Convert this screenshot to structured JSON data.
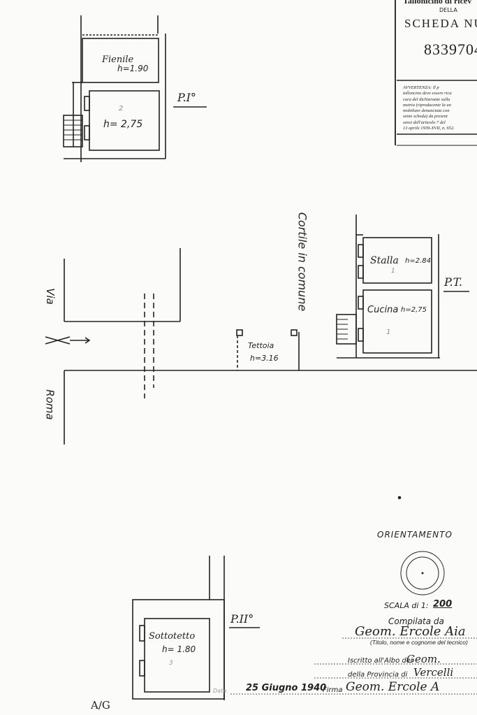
{
  "stamp": {
    "header_partial": "Tallonicino di ricev",
    "della": "DELLA",
    "title": "SCHEDA NUME",
    "number": "8339704",
    "warning": [
      "AVVERTENZA: Il p",
      "talloncino deve essere ricu",
      "cura del dichiarante sulla",
      "metria (riproducente la un",
      "mobiliare denunciata con",
      "sente scheda) da present",
      "sensi dell'articolo 7 del",
      "13 aprile 1939-XVII, n. 652."
    ]
  },
  "floor_first": {
    "level": "P.I°",
    "room_top": "Fienile",
    "room_top_height": "h=1.90",
    "room_bottom_number": "2",
    "room_bottom_height": "h= 2,75"
  },
  "ground_floor": {
    "level": "P.T.",
    "stalla": "Stalla",
    "stalla_height": "h=2.84",
    "stalla_number": "1",
    "cucina": "Cucina",
    "cucina_height": "h=2,75",
    "cucina_number": "1"
  },
  "courtyard": {
    "label": "Cortile in comune",
    "tettoia": "Tettoia",
    "tettoia_height": "h=3.16"
  },
  "street": {
    "via": "Via",
    "roma": "Roma"
  },
  "floor_second": {
    "level": "P.II°",
    "room": "Sottotetto",
    "room_height": "h= 1.80",
    "room_number": "3"
  },
  "title_block": {
    "orientation": "ORIENTAMENTO",
    "scale_label": "SCALA di 1:",
    "scale_value": "200",
    "compiled_by": "Compilata da",
    "technician": "Geom. Ercole Aia",
    "technician_caption": "(Titolo, nome e cognome del tecnico)",
    "registered_label": "Iscritto all'Albo dei",
    "registered_value": "Geom.",
    "province_label": "della Provincia di",
    "province_value": "Vercelli",
    "date_label": "Data",
    "date_value": "25 Giugno 1940",
    "signature_label": "Firma",
    "signature": "Geom. Ercole A"
  },
  "corner_note": "A/G"
}
